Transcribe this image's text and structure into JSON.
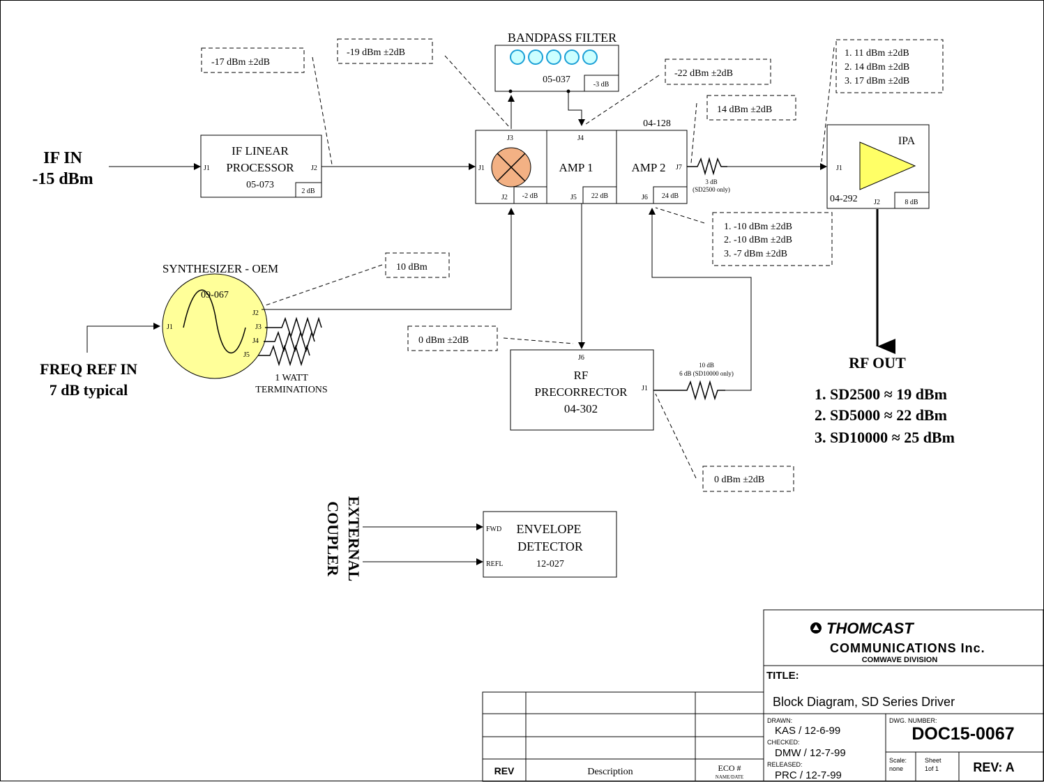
{
  "if_in": {
    "line1": "IF IN",
    "line2": "-15 dBm"
  },
  "freq_ref": {
    "line1": "FREQ REF IN",
    "line2": "7 dB typical"
  },
  "if_processor": {
    "line1": "IF LINEAR",
    "line2": "PROCESSOR",
    "part": "05-073",
    "j1": "J1",
    "j2": "J2",
    "gain": "2 dB"
  },
  "bandpass": {
    "title": "BANDPASS FILTER",
    "part": "05-037",
    "loss": "-3 dB"
  },
  "mixer": {
    "j1": "J1",
    "j2": "J2",
    "j3": "J3",
    "loss": "-2 dB"
  },
  "amp1": {
    "label": "AMP 1",
    "j4": "J4",
    "j5": "J5",
    "gain": "22 dB"
  },
  "amp2": {
    "label": "AMP 2",
    "j6": "J6",
    "j7": "J7",
    "gain": "24 dB",
    "part": "04-128"
  },
  "atten1": {
    "line1": "3 dB",
    "line2": "(SD2500 only)"
  },
  "ipa": {
    "label": "IPA",
    "part": "04-292",
    "j1": "J1",
    "j2": "J2",
    "gain": "8 dB"
  },
  "synth": {
    "title": "SYNTHESIZER - OEM",
    "part": "09-067",
    "j1": "J1",
    "j2": "J2",
    "j3": "J3",
    "j4": "J4",
    "j5": "J5",
    "term1": "1 WATT",
    "term2": "TERMINATIONS"
  },
  "precorrector": {
    "line1": "RF",
    "line2": "PRECORRECTOR",
    "part": "04-302",
    "j6": "J6",
    "j1": "J1"
  },
  "atten2": {
    "line1": "10 dB",
    "line2": "6 dB (SD10000 only)"
  },
  "envelope": {
    "line1": "ENVELOPE",
    "line2": "DETECTOR",
    "part": "12-027",
    "fwd": "FWD",
    "refl": "REFL"
  },
  "coupler": {
    "line1": "EXTERNAL",
    "line2": "COUPLER"
  },
  "callouts": {
    "c1": "-17 dBm ±2dB",
    "c2": "-19 dBm ±2dB",
    "c3": "-22 dBm ±2dB",
    "c4": "14 dBm ±2dB",
    "c5": [
      "1. 11 dBm ±2dB",
      "2. 14 dBm ±2dB",
      "3. 17 dBm ±2dB"
    ],
    "c6": [
      "1. -10 dBm ±2dB",
      "2. -10 dBm ±2dB",
      "3. -7 dBm ±2dB"
    ],
    "c7": "10 dBm",
    "c8": "0 dBm ±2dB",
    "c9": "0 dBm ±2dB"
  },
  "rf_out": {
    "title": "RF OUT",
    "lines": [
      "1. SD2500 ≈  19 dBm",
      "2. SD5000 ≈ 22 dBm",
      "3. SD10000 ≈ 25 dBm"
    ]
  },
  "title_block": {
    "company1": "THOMCAST",
    "company2": "COMMUNICATIONS Inc.",
    "division": "COMWAVE DIVISION",
    "title_label": "TITLE:",
    "title": "Block Diagram, SD Series Driver",
    "drawn_label": "DRAWN:",
    "drawn": "KAS / 12-6-99",
    "checked_label": "CHECKED:",
    "checked": "DMW / 12-7-99",
    "released_label": "RELEASED:",
    "released": "PRC / 12-7-99",
    "dwg_label": "DWG. NUMBER:",
    "dwg": "DOC15-0067",
    "scale_label": "Scale:",
    "scale": "none",
    "sheet_label": "Sheet",
    "sheet": "1of 1",
    "rev": "REV: A"
  },
  "rev_table": {
    "rev": "REV",
    "description": "Description",
    "eco": "ECO #",
    "name_date": "NAME/DATE"
  }
}
